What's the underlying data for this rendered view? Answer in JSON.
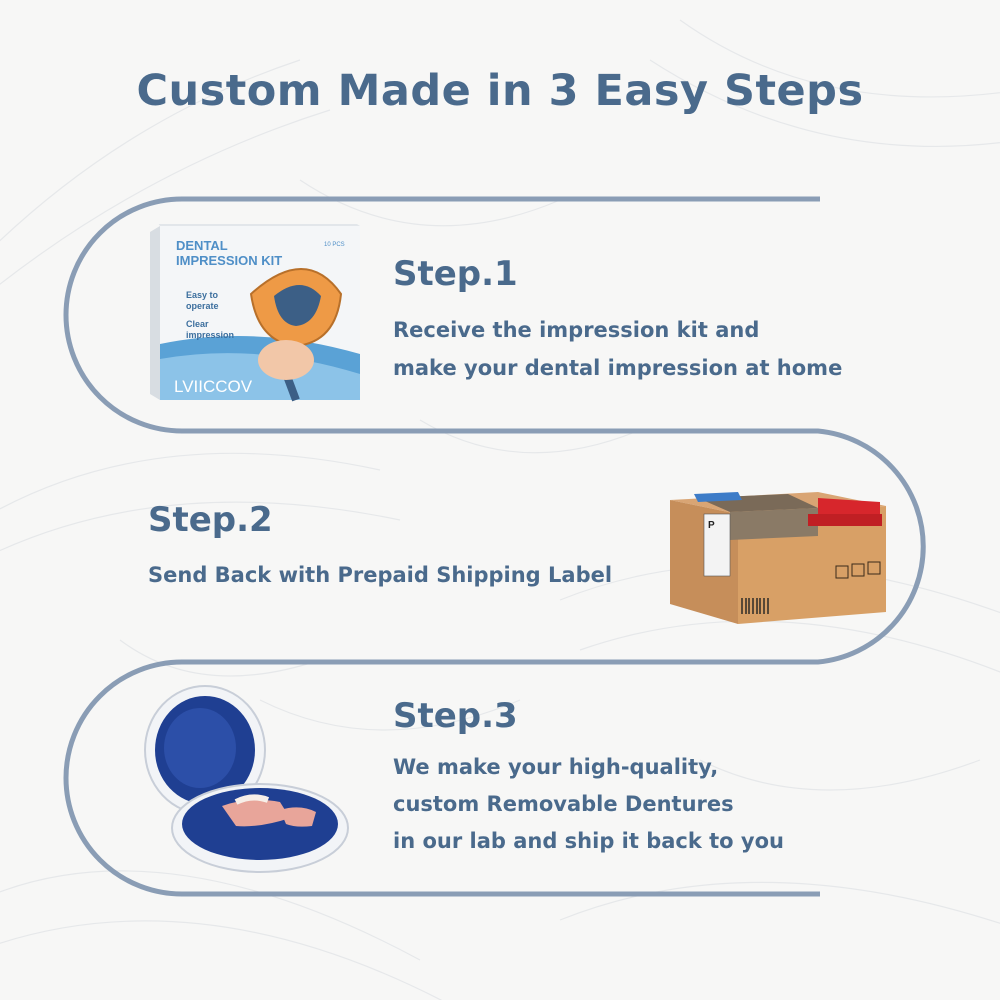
{
  "title": "Custom Made in 3 Easy Steps",
  "colors": {
    "text": "#4a6a8c",
    "track": "#8a9db5",
    "background": "#f7f7f6"
  },
  "steps": [
    {
      "heading": "Step.1",
      "lines": [
        "Receive the impression kit and",
        "make your dental impression at home"
      ],
      "image": "dental-impression-kit-box",
      "box_text": {
        "title_line1": "DENTAL",
        "title_line2": "IMPRESSION KIT",
        "count": "10 PCS",
        "feature1_line1": "Easy to",
        "feature1_line2": "operate",
        "feature2_line1": "Clear",
        "feature2_line2": "impression",
        "brand": "LVIICCOV"
      }
    },
    {
      "heading": "Step.2",
      "lines": [
        "Send Back with Prepaid Shipping Label"
      ],
      "image": "cardboard-shipping-box",
      "box_text": {
        "label_letter": "P"
      }
    },
    {
      "heading": "Step.3",
      "lines": [
        "We make your high-quality,",
        "custom Removable Dentures",
        "in our lab and ship it back to you"
      ],
      "image": "denture-case-with-partial-denture"
    }
  ]
}
